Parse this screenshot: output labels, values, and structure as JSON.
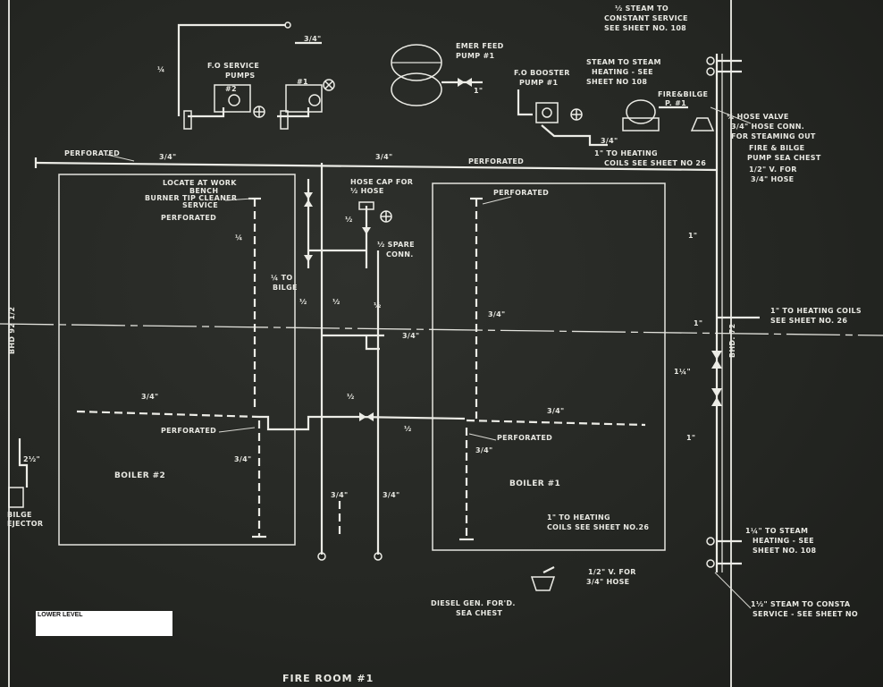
{
  "title": "FIRE ROOM #1",
  "legend": "LOWER LEVEL",
  "labels": {
    "steam_const_top_1": "½ STEAM TO",
    "steam_const_top_2": "CONSTANT SERVICE",
    "steam_const_top_3": "SEE SHEET NO. 108",
    "emer_feed_1": "EMER FEED",
    "emer_feed_2": "PUMP #1",
    "fo_service_1": "F.O SERVICE",
    "fo_service_2": "PUMPS",
    "pump2": "#2",
    "pump1": "#1",
    "fo_booster_1": "F.O BOOSTER",
    "fo_booster_2": "PUMP #1",
    "steam_heating_1": "STEAM TO STEAM",
    "steam_heating_2": "HEATING - SEE",
    "steam_heating_3": "SHEET NO 108",
    "fire_bilge_pump_1": "FIRE&BILGE",
    "fire_bilge_pump_2": "P. #1",
    "hose_valve_1": "½ HOSE VALVE",
    "hose_valve_2": "3/4\" HOSE CONN.",
    "hose_valve_3": "FOR STEAMING OUT",
    "sea_chest_1": "FIRE & BILGE",
    "sea_chest_2": "PUMP SEA CHEST",
    "heating_coils_top_1": "1\" TO HEATING",
    "heating_coils_top_2": "COILS SEE SHEET NO 26",
    "v_hose_top_1": "1/2\" V. FOR",
    "v_hose_top_2": "3/4\" HOSE",
    "perforated": "PERFORATED",
    "locate_1": "LOCATE AT WORK",
    "locate_2": "BENCH",
    "burner_1": "BURNER TIP CLEANER",
    "burner_2": "SERVICE",
    "hose_cap_1": "HOSE CAP FOR",
    "hose_cap_2": "½ HOSE",
    "spare_1": "½ SPARE",
    "spare_2": "CONN.",
    "to_bilge_1": "¼ TO",
    "to_bilge_2": "BILGE",
    "heating_coils_right_1": "1\" TO HEATING COILS",
    "heating_coils_right_2": "SEE SHEET NO. 26",
    "bhd_left": "BHD 92 1/2",
    "bhd_right": "BHD. 72",
    "boiler2": "BOILER #2",
    "boiler1": "BOILER #1",
    "heating_coils_bottom_1": "1\" TO HEATING",
    "heating_coils_bottom_2": "COILS SEE SHEET NO.26",
    "steam_heating_bottom_1": "1¼\" TO STEAM",
    "steam_heating_bottom_2": "HEATING - SEE",
    "steam_heating_bottom_3": "SHEET NO. 108",
    "steam_const_bottom_1": "1½\" STEAM TO CONSTA",
    "steam_const_bottom_2": "SERVICE - SEE SHEET NO",
    "v_hose_bottom_1": "1/2\" V. FOR",
    "v_hose_bottom_2": "3/4\" HOSE",
    "diesel_1": "DIESEL GEN. FOR'D.",
    "diesel_2": "SEA CHEST",
    "bilge_ejector_1": "BILGE",
    "bilge_ejector_2": "EJECTOR"
  },
  "sizes": {
    "three_quarter_in": "3/4\"",
    "half": "½",
    "quarter": "¼",
    "one_in": "1\"",
    "one_quarter_in": "1¼\"",
    "half_in": "½\"",
    "two_half_in": "2½\""
  }
}
